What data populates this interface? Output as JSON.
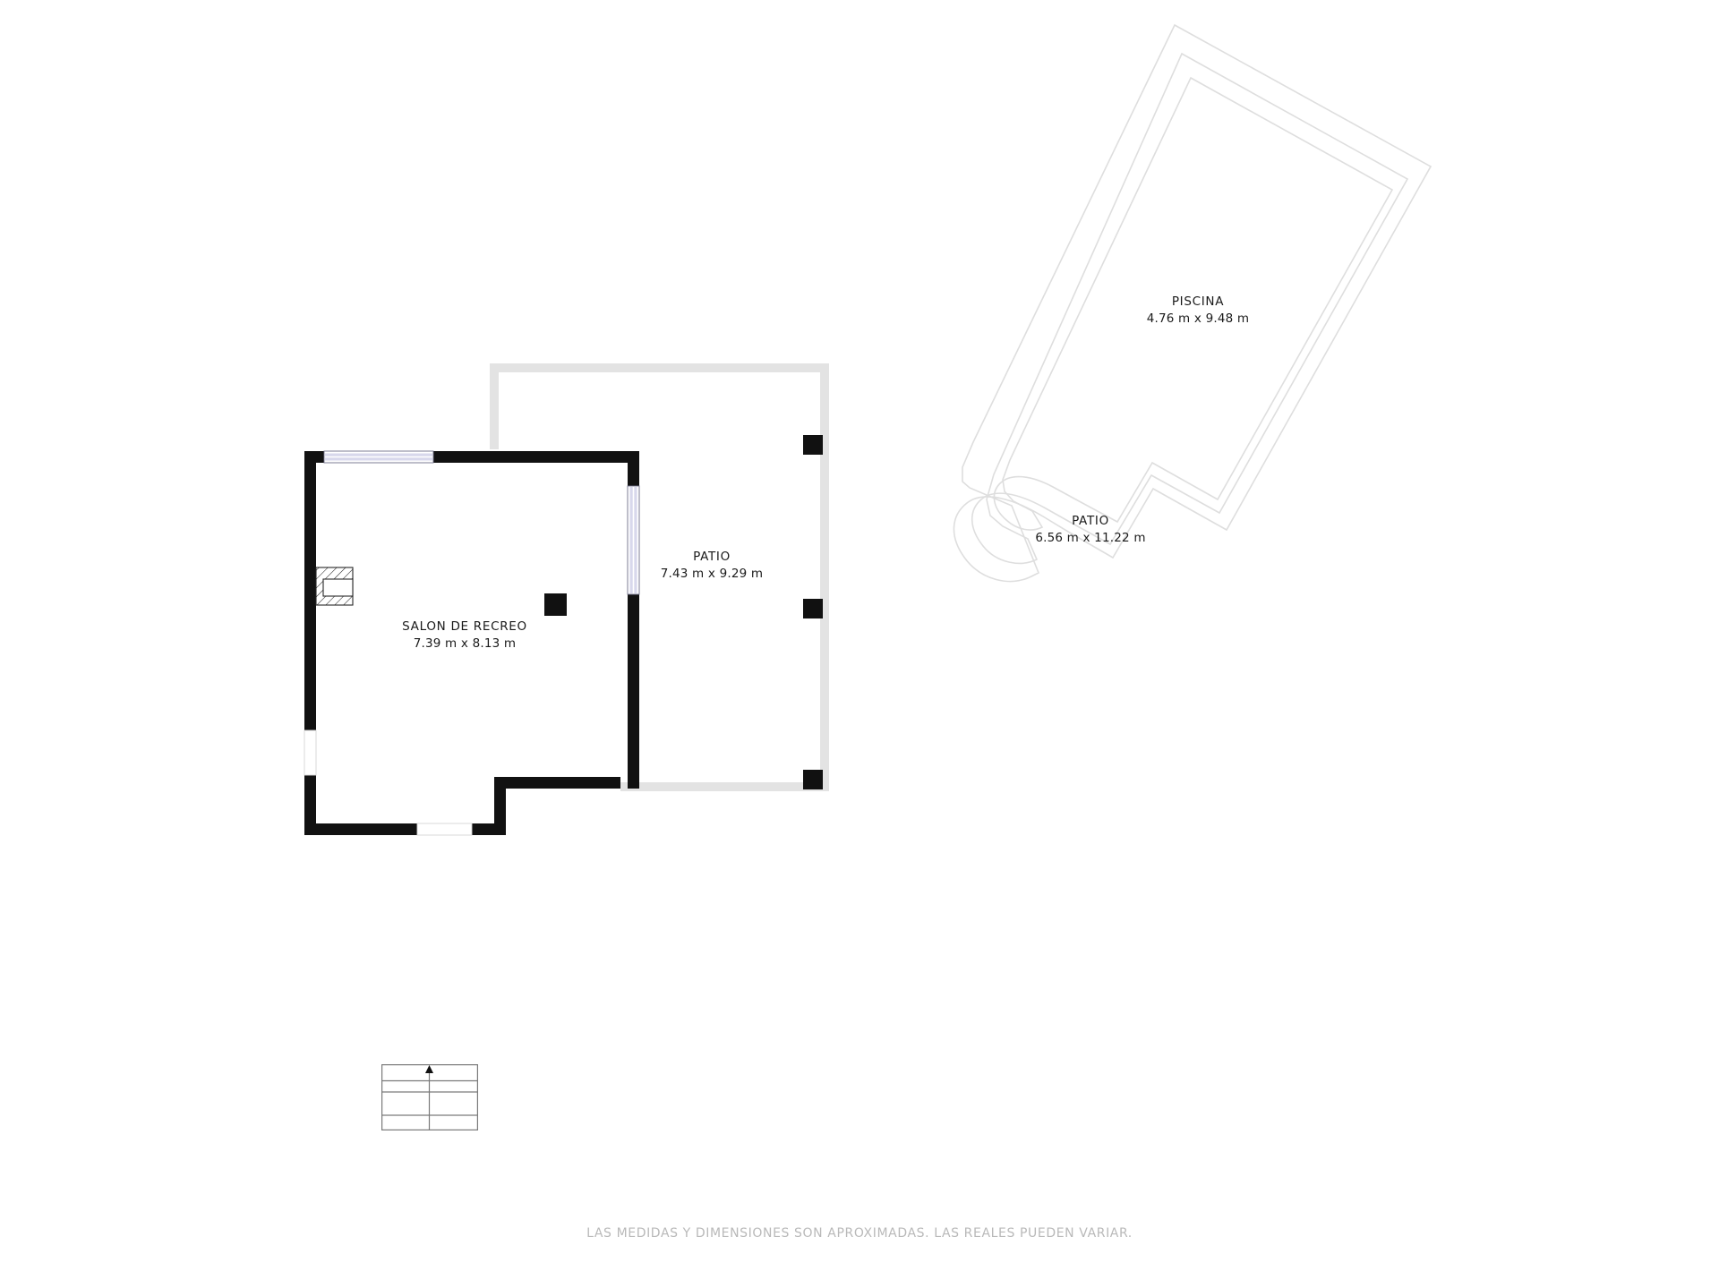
{
  "document": {
    "type": "floor-plan",
    "disclaimer": "LAS MEDIDAS Y DIMENSIONES SON APROXIMADAS. LAS REALES PUEDEN VARIAR.",
    "background_color": "#ffffff",
    "wall_color": "#111111",
    "outline_color": "#e2e2e2",
    "window_glass_color": "#d8d8ec",
    "text_color": "#1a1a1a",
    "disclaimer_color": "#b9b9b9"
  },
  "rooms": [
    {
      "id": "salon",
      "name": "SALON DE RECREO",
      "dimensions": "7.39 m x 8.13 m",
      "width_m": 7.39,
      "length_m": 8.13
    },
    {
      "id": "patio-main",
      "name": "PATIO",
      "dimensions": "7.43 m x 9.29 m",
      "width_m": 7.43,
      "length_m": 9.29
    },
    {
      "id": "piscina",
      "name": "PISCINA",
      "dimensions": "4.76 m x 9.48 m",
      "width_m": 4.76,
      "length_m": 9.48
    },
    {
      "id": "patio-pool",
      "name": "PATIO",
      "dimensions": "6.56 m x 11.22 m",
      "width_m": 6.56,
      "length_m": 11.22
    }
  ],
  "features": {
    "columns_count": 3,
    "columns_label": "column",
    "fireplace_label": "fireplace",
    "interior_post_label": "interior-post",
    "windows_count": 2,
    "door_openings_count": 2,
    "north_arrow_label": "north-arrow"
  }
}
